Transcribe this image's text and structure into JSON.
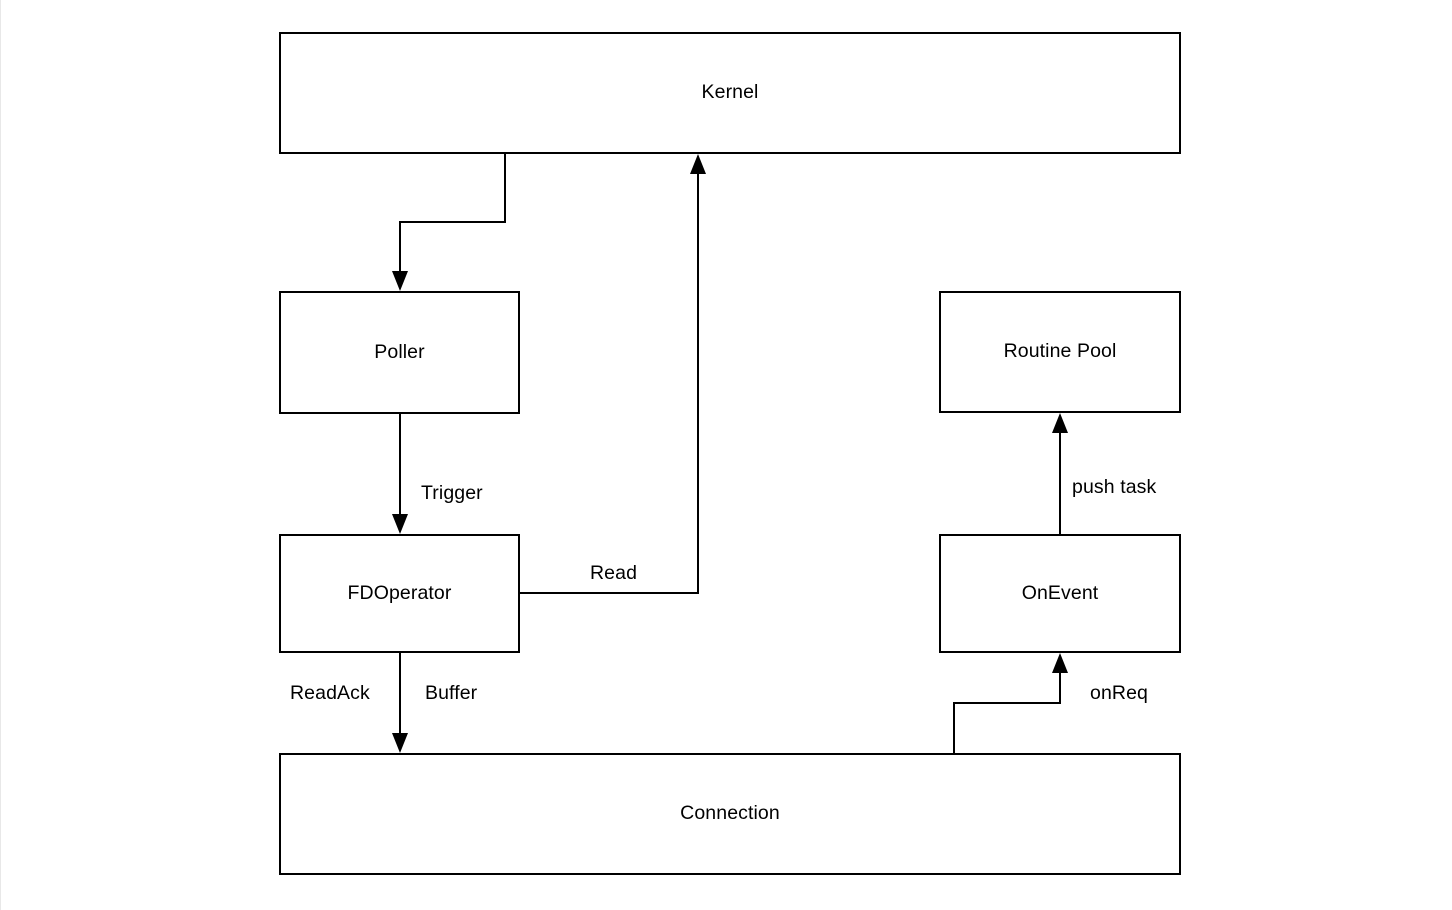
{
  "diagram": {
    "background_color": "#ffffff",
    "stroke_color": "#000000",
    "nodes": [
      {
        "id": "kernel",
        "label": "Kernel"
      },
      {
        "id": "poller",
        "label": "Poller"
      },
      {
        "id": "fdoperator",
        "label": "FDOperator"
      },
      {
        "id": "connection",
        "label": "Connection"
      },
      {
        "id": "routine_pool",
        "label": "Routine Pool"
      },
      {
        "id": "onevent",
        "label": "OnEvent"
      }
    ],
    "edge_labels": [
      {
        "id": "trigger",
        "label": "Trigger"
      },
      {
        "id": "read",
        "label": "Read"
      },
      {
        "id": "readack",
        "label": "ReadAck"
      },
      {
        "id": "buffer",
        "label": "Buffer"
      },
      {
        "id": "push_task",
        "label": "push task"
      },
      {
        "id": "onreq",
        "label": "onReq"
      }
    ],
    "edges": [
      {
        "id": "kernel-to-poller",
        "from": "kernel",
        "to": "poller",
        "label": ""
      },
      {
        "id": "poller-to-fdoperator",
        "from": "poller",
        "to": "fdoperator",
        "label": "Trigger"
      },
      {
        "id": "fdoperator-to-kernel",
        "from": "fdoperator",
        "to": "kernel",
        "label": "Read"
      },
      {
        "id": "fdoperator-to-connection",
        "from": "fdoperator",
        "to": "connection",
        "label": "ReadAck Buffer"
      },
      {
        "id": "connection-to-onevent",
        "from": "connection",
        "to": "onevent",
        "label": "onReq"
      },
      {
        "id": "onevent-to-routine-pool",
        "from": "onevent",
        "to": "routine_pool",
        "label": "push task"
      }
    ]
  }
}
